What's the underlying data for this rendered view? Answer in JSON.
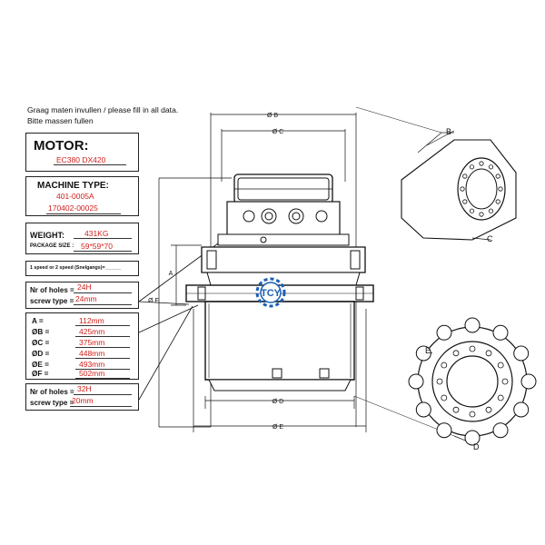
{
  "header": {
    "line1": "Graag maten invullen / please fill in all data.",
    "line2": "Bitte massen fullen"
  },
  "motor": {
    "label": "MOTOR:",
    "value": "EC380 DX420"
  },
  "machine": {
    "label": "MACHINE TYPE:",
    "value1": "401-0005A",
    "value2": "170402-00025"
  },
  "weight": {
    "label": "WEIGHT:",
    "value": "431KG",
    "package_label": "PACKAGE SIZE :",
    "package_value": "59*59*70"
  },
  "speed": {
    "label": "1 speed or 2 speed (Snelgangs)=______"
  },
  "holes_top": {
    "holes_label": "Nr of holes =",
    "holes_value": "24H",
    "screw_label": "screw type  =",
    "screw_value": "24mm"
  },
  "dimensions": [
    {
      "label": "A =",
      "value": "112mm"
    },
    {
      "label": "ØB =",
      "value": "425mm"
    },
    {
      "label": "ØC =",
      "value": "375mm"
    },
    {
      "label": "ØD =",
      "value": "448mm"
    },
    {
      "label": "ØE =",
      "value": "493mm"
    },
    {
      "label": "ØF =",
      "value": "502mm"
    }
  ],
  "holes_bottom": {
    "holes_label": "Nr of holes =",
    "holes_value": "32H",
    "screw_label": "screw type  =",
    "screw_value": "20mm"
  },
  "drawing": {
    "dim_b": "Ø B",
    "dim_c": "Ø C",
    "dim_d": "Ø D",
    "dim_e": "Ø E",
    "dim_a": "A",
    "dim_f": "Ø F",
    "logo_text": "TCY",
    "callout_b": "B",
    "callout_c": "C",
    "callout_d": "D",
    "callout_e": "E"
  },
  "colors": {
    "ink": "#111111",
    "red": "#d0201c",
    "logo_blue": "#1a5fb4"
  }
}
